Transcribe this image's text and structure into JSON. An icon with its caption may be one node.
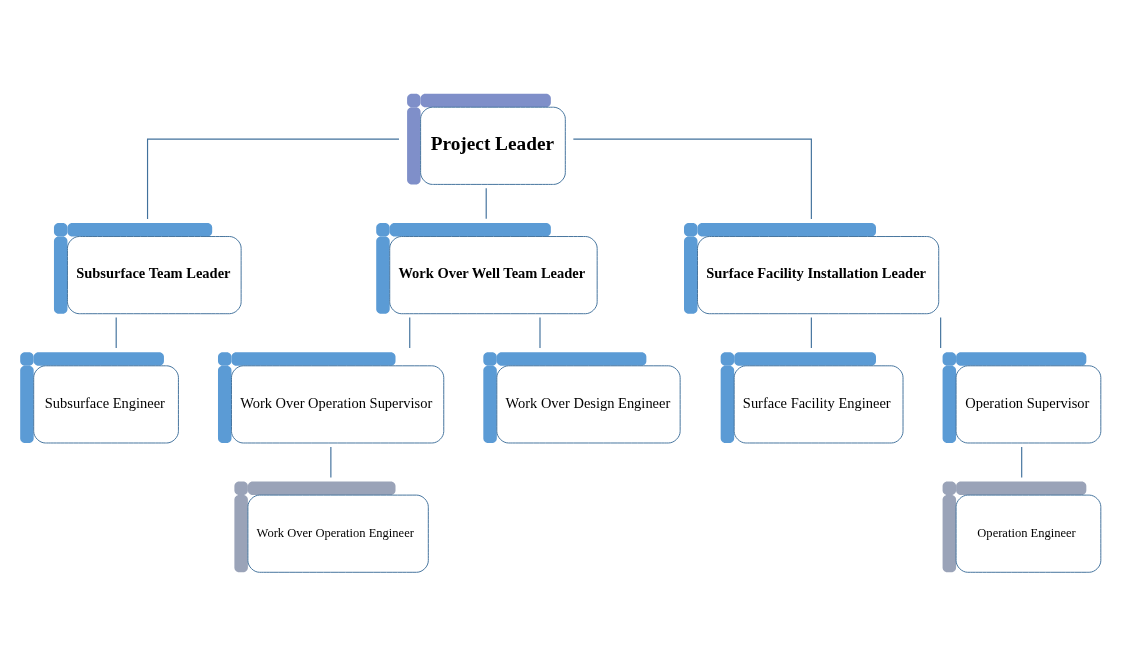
{
  "diagram": {
    "nodes": [
      {
        "text": [
          "Project Leader"
        ]
      },
      {
        "text": [
          "Subsurface Team Leader"
        ]
      },
      {
        "text": [
          "Work Over Well Team Leader"
        ]
      },
      {
        "text": [
          "Surface Facility Installation Leader"
        ]
      },
      {
        "text": [
          "Subsurface Engineer"
        ]
      },
      {
        "text": [
          "Work Over Operation Supervisor"
        ]
      },
      {
        "text": [
          "Work Over Design Engineer"
        ]
      },
      {
        "text": [
          "Surface Facility Engineer"
        ]
      },
      {
        "text": [
          "Operation Supervisor"
        ]
      },
      {
        "text": [
          "Work Over Operation Engineer"
        ]
      },
      {
        "text": [
          "Operation Engineer"
        ]
      }
    ],
    "edges": [
      {
        "from": 0,
        "to": 1,
        "arrow": "none"
      },
      {
        "from": 0,
        "to": 2,
        "arrow": "none"
      },
      {
        "from": 0,
        "to": 3,
        "arrow": "none"
      },
      {
        "from": 1,
        "to": 4,
        "arrow": "none"
      },
      {
        "from": 2,
        "to": 5,
        "arrow": "none"
      },
      {
        "from": 2,
        "to": 6,
        "arrow": "none"
      },
      {
        "from": 3,
        "to": 7,
        "arrow": "none"
      },
      {
        "from": 3,
        "to": 8,
        "arrow": "none"
      },
      {
        "from": 5,
        "to": 9,
        "arrow": "none"
      },
      {
        "from": 8,
        "to": 10,
        "arrow": "none"
      }
    ]
  }
}
